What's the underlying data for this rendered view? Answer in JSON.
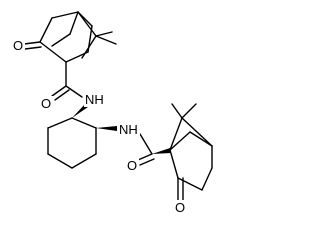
{
  "atoms": {
    "o_top": "O",
    "nh_top": "NH",
    "o_amide_top": "O",
    "nh_bottom": "NH",
    "o_amide_bottom": "O",
    "o_bottom": "O"
  },
  "colors": {
    "bond": "#000000",
    "background": "#ffffff"
  }
}
